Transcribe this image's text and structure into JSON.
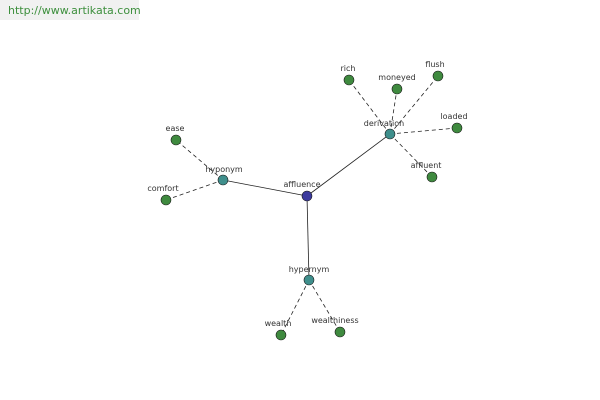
{
  "header": {
    "source_link": "http://www.artikata.com"
  },
  "colors": {
    "center_node": "#3c3a9e",
    "relation_node": "#3f8f8c",
    "leaf_node": "#3f8a3f",
    "edge": "#222222",
    "link_text": "#3d8f3d"
  },
  "graph": {
    "center": {
      "id": "affluence",
      "label": "affluence"
    },
    "relations": [
      {
        "id": "hyponym",
        "label": "hyponym"
      },
      {
        "id": "derivation",
        "label": "derivation"
      },
      {
        "id": "hypernym",
        "label": "hypernym"
      }
    ],
    "leaves": [
      {
        "id": "ease",
        "label": "ease",
        "parent": "hyponym"
      },
      {
        "id": "comfort",
        "label": "comfort",
        "parent": "hyponym"
      },
      {
        "id": "rich",
        "label": "rich",
        "parent": "derivation"
      },
      {
        "id": "moneyed",
        "label": "moneyed",
        "parent": "derivation"
      },
      {
        "id": "flush",
        "label": "flush",
        "parent": "derivation"
      },
      {
        "id": "loaded",
        "label": "loaded",
        "parent": "derivation"
      },
      {
        "id": "affluent",
        "label": "affluent",
        "parent": "derivation"
      },
      {
        "id": "wealth",
        "label": "wealth",
        "parent": "hypernym"
      },
      {
        "id": "wealthiness",
        "label": "wealthiness",
        "parent": "hypernym"
      }
    ]
  }
}
